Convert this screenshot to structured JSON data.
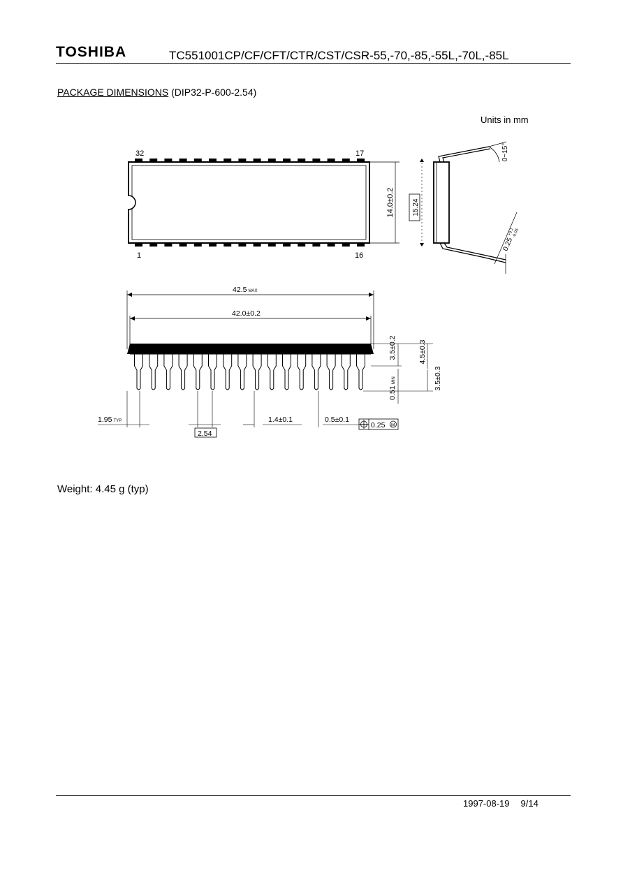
{
  "header": {
    "logo": "TOSHIBA",
    "part_number": "TC551001CP/CF/CFT/CTR/CST/CSR-55,-70,-85,-55L,-70L,-85L"
  },
  "section": {
    "title": "PACKAGE DIMENSIONS",
    "package": "(DIP32-P-600-2.54)",
    "units": "Units in mm"
  },
  "drawing": {
    "top_view": {
      "pin_32": "32",
      "pin_17": "17",
      "pin_1": "1",
      "pin_16": "16",
      "dim_width": "14.0±0.2"
    },
    "side_view": {
      "dim_row_spacing": "15.24",
      "dim_angle": "0~15°",
      "dim_lead_thickness": "0.25",
      "dim_lead_tol_plus": "+0.1",
      "dim_lead_tol_minus": "-0.05"
    },
    "front_view": {
      "dim_overall_length": "42.5",
      "dim_overall_length_suffix": "MAX",
      "dim_body_length": "42.0±0.2",
      "dim_body_height": "3.5±0.2",
      "dim_total_height": "4.5±0.3",
      "dim_lead_length": "3.5±0.3",
      "dim_standoff": "0.51",
      "dim_standoff_suffix": "MIN",
      "dim_end_offset": "1.95",
      "dim_end_offset_suffix": "TYP",
      "dim_pitch": "2.54",
      "dim_upper_lead_width": "1.4±0.1",
      "dim_lower_lead_width": "0.5±0.1",
      "dim_position_tol": "0.25",
      "tol_symbol": "position-icon",
      "tol_modifier": "M"
    }
  },
  "weight": {
    "text": "Weight:  4.45 g  (typ)"
  },
  "footer": {
    "date": "1997-08-19",
    "page": "9/14"
  }
}
